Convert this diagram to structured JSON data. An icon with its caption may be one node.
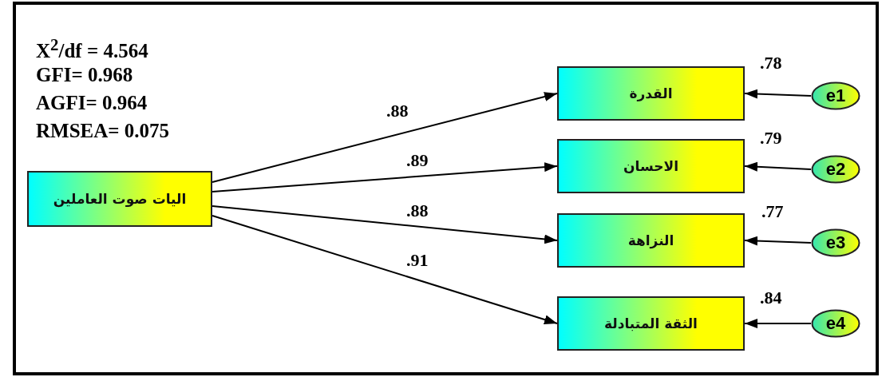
{
  "diagram": {
    "nodes": [
      {
        "text": [
          "اليات صوت العاملين"
        ]
      },
      {
        "text": [
          "القدرة"
        ],
        "beside": [
          ".78"
        ]
      },
      {
        "text": [
          "الاحسان"
        ],
        "beside": [
          ".79"
        ]
      },
      {
        "text": [
          "النزاهة"
        ],
        "beside": [
          ".77"
        ]
      },
      {
        "text": [
          "الثقة المتبادلة"
        ],
        "beside": [
          ".84"
        ]
      },
      {
        "text": [
          "e1"
        ]
      },
      {
        "text": [
          "e2"
        ]
      },
      {
        "text": [
          "e3"
        ]
      },
      {
        "text": [
          "e4"
        ]
      }
    ],
    "edges": [
      {
        "from": 0,
        "to": 1,
        "arrow": "to",
        "label": ".88"
      },
      {
        "from": 0,
        "to": 2,
        "arrow": "to",
        "label": ".89"
      },
      {
        "from": 0,
        "to": 3,
        "arrow": "to",
        "label": ".88"
      },
      {
        "from": 0,
        "to": 4,
        "arrow": "to",
        "label": ".91"
      },
      {
        "from": 5,
        "to": 1,
        "arrow": "to"
      },
      {
        "from": 6,
        "to": 2,
        "arrow": "to"
      },
      {
        "from": 7,
        "to": 3,
        "arrow": "to"
      },
      {
        "from": 8,
        "to": 4,
        "arrow": "to"
      }
    ],
    "labels": [
      "X$^{2}$/df = 4.564",
      "GFI= 0.968",
      "AGFI= 0.964",
      "RMSEA= 0.075"
    ]
  }
}
